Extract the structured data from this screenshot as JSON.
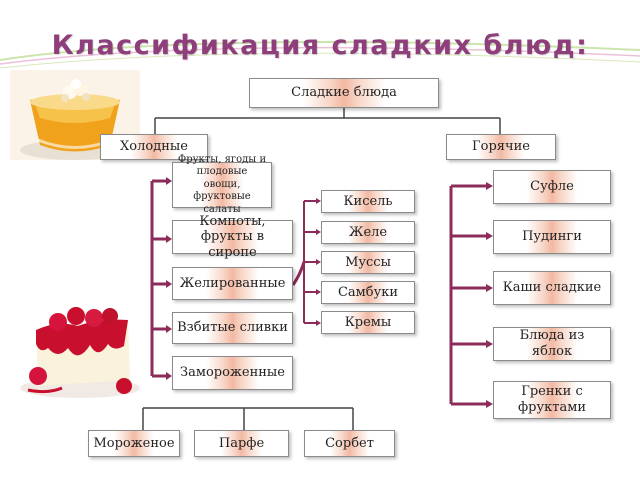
{
  "title": "Классификация сладких блюд:",
  "root": "Сладкие блюда",
  "cold": {
    "label": "Холодные",
    "groups": [
      "Фрукты, ягоды и плодовые овощи, фруктовые салаты",
      "Компоты, фрукты в сиропе",
      "Желированные",
      "Взбитые сливки",
      "Замороженные"
    ],
    "jellied": [
      "Кисель",
      "Желе",
      "Муссы",
      "Самбуки",
      "Кремы"
    ],
    "frozen": [
      "Мороженое",
      "Парфе",
      "Сорбет"
    ]
  },
  "hot": {
    "label": "Горячие",
    "items": [
      "Суфле",
      "Пудинги",
      "Каши сладкие",
      "Блюда из яблок",
      "Гренки с фруктами"
    ]
  },
  "colors": {
    "title": "#8e3f7b",
    "connector": "#8b2c5a",
    "tree_line": "#444444",
    "box_accent": "#f2b9a3"
  },
  "icons": [
    "dessert-parfait-photo",
    "raspberry-cheesecake-photo"
  ]
}
